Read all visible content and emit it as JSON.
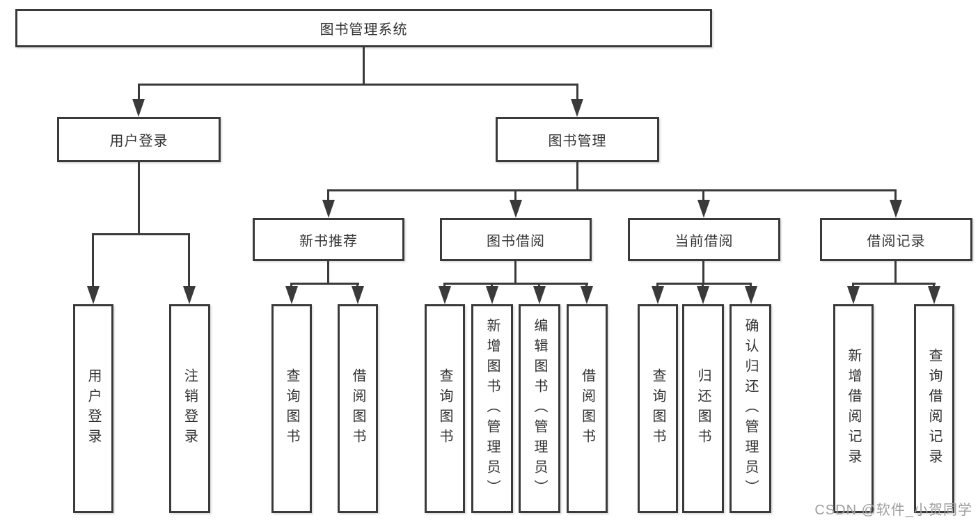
{
  "tree": {
    "root": "图书管理系统",
    "children": [
      {
        "label": "用户登录",
        "children": [
          "用户登录",
          "注销登录"
        ]
      },
      {
        "label": "图书管理",
        "children": [
          {
            "label": "新书推荐",
            "children": [
              "查询图书",
              "借阅图书"
            ]
          },
          {
            "label": "图书借阅",
            "children": [
              "查询图书",
              "新增图书（管理员）",
              "编辑图书（管理员）",
              "借阅图书"
            ]
          },
          {
            "label": "当前借阅",
            "children": [
              "查询图书",
              "归还图书",
              "确认归还（管理员）"
            ]
          },
          {
            "label": "借阅记录",
            "children": [
              "新增借阅记录",
              "查询借阅记录"
            ]
          }
        ]
      }
    ]
  },
  "watermark": {
    "text": "CSDN @软件_小贺同学"
  },
  "colors": {
    "line": "#3a3a3a",
    "text": "#333333",
    "watermark": "#9e9e9e",
    "background": "#ffffff"
  }
}
